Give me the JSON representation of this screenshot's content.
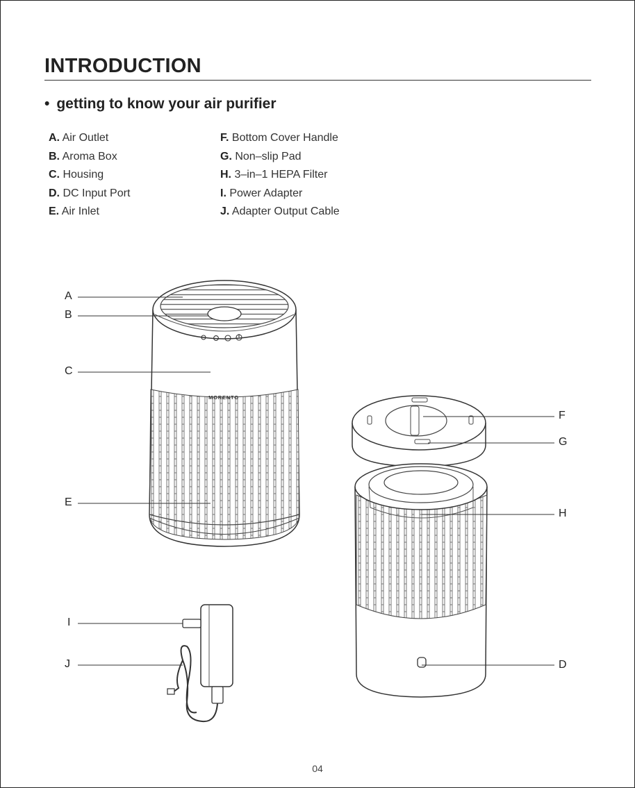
{
  "header": {
    "title": "INTRODUCTION",
    "subtitle_bullet": "•",
    "subtitle": "getting to know your air purifier"
  },
  "parts_left": [
    {
      "letter": "A.",
      "name": "Air Outlet"
    },
    {
      "letter": "B.",
      "name": "Aroma Box"
    },
    {
      "letter": "C.",
      "name": "Housing"
    },
    {
      "letter": "D.",
      "name": "DC Input Port"
    },
    {
      "letter": "E.",
      "name": "Air Inlet"
    }
  ],
  "parts_right": [
    {
      "letter": "F.",
      "name": "Bottom Cover Handle"
    },
    {
      "letter": "G.",
      "name": "Non–slip Pad"
    },
    {
      "letter": "H.",
      "name": "3–in–1 HEPA Filter"
    },
    {
      "letter": "I.",
      "name": "Power Adapter"
    },
    {
      "letter": "J.",
      "name": "Adapter Output Cable"
    }
  ],
  "callouts": {
    "A": "A",
    "B": "B",
    "C": "C",
    "E": "E",
    "F": "F",
    "G": "G",
    "H": "H",
    "D": "D",
    "I": "I",
    "J": "J"
  },
  "brand_text": "MORENTO",
  "page_number": "04"
}
